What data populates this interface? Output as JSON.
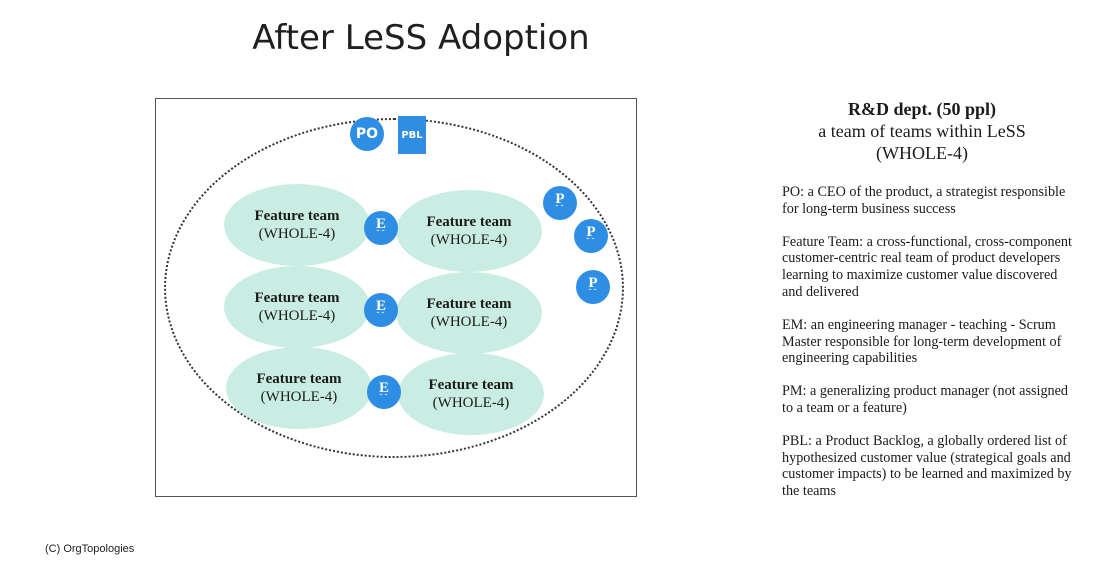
{
  "title": "After LeSS Adoption",
  "diagram": {
    "po_label": "PO",
    "pbl_label": "PBL",
    "teams": [
      {
        "name": "Feature team",
        "sub": "(WHOLE-4)"
      },
      {
        "name": "Feature team",
        "sub": "(WHOLE-4)"
      },
      {
        "name": "Feature team",
        "sub": "(WHOLE-4)"
      },
      {
        "name": "Feature team",
        "sub": "(WHOLE-4)"
      },
      {
        "name": "Feature team",
        "sub": "(WHOLE-4)"
      },
      {
        "name": "Feature team",
        "sub": "(WHOLE-4)"
      }
    ],
    "em_label": "E",
    "pm_label": "P",
    "feet": "˘˘"
  },
  "legend": {
    "dept_line1": "R&D dept. (50 ppl)",
    "dept_line2": "a team of teams within LeSS",
    "dept_line3": "(WHOLE-4)",
    "definitions": [
      "PO: a CEO of the product, a strategist responsible for long-term business success",
      "Feature Team: a cross-functional, cross-component customer-centric real team of product developers learning to maximize customer value discovered and delivered",
      "EM: an engineering manager - teaching - Scrum Master responsible for long-term development of engineering capabilities",
      "PM: a generalizing product manager (not assigned to a team or a feature)",
      "PBL: a Product Backlog, a globally ordered list of hypothesized customer value (strategical goals and customer impacts) to be learned and maximized by the teams"
    ]
  },
  "copyright": "(C) OrgTopologies",
  "colors": {
    "accent_blue": "#2e8ee4",
    "team_fill": "#c9ede3"
  }
}
